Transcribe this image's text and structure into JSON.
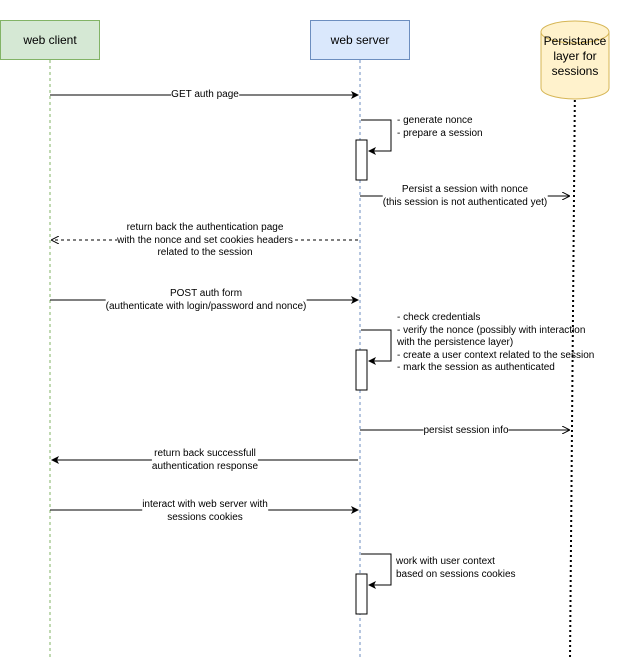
{
  "participants": {
    "client": "web client",
    "server": "web server",
    "persistence": "Persistance layer for sessions"
  },
  "messages": {
    "get_auth_page": "GET auth page",
    "generate_nonce": [
      "- generate nonce",
      "- prepare a session"
    ],
    "persist_session_nonce": [
      "Persist a session with nonce",
      "(this session is not authenticated yet)"
    ],
    "return_auth_page": [
      "return back the authentication page",
      "with the nonce and set cookies headers",
      "related to the session"
    ],
    "post_auth_form": [
      "POST auth form",
      "(authenticate with login/password and nonce)"
    ],
    "check_credentials": [
      "- check credentials",
      "- verify the nonce (possibly with interaction",
      "with the persistence layer)",
      "- create a user context related to the session",
      "- mark the session as authenticated"
    ],
    "persist_session_info": "persist session info",
    "return_success": [
      "return back successfull",
      "authentication response"
    ],
    "interact": [
      "interact with web server with",
      "sessions cookies"
    ],
    "work_with_context": [
      "work with user context",
      "based on sessions cookies"
    ]
  },
  "colors": {
    "client_fill": "#d5e8d4",
    "client_stroke": "#82b366",
    "server_fill": "#dae8fc",
    "server_stroke": "#6c8ebf",
    "persistence_fill": "#fff2cc",
    "persistence_stroke": "#d6b656"
  }
}
